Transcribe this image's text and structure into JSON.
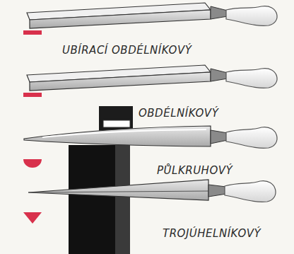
{
  "diagram": {
    "labels": [
      "UBÍRACÍ OBDÉLNÍKOVÝ",
      "OBDÉLNÍKOVÝ",
      "PŮLKRUHOVÝ",
      "TROJÚHELNÍKOVÝ"
    ]
  }
}
